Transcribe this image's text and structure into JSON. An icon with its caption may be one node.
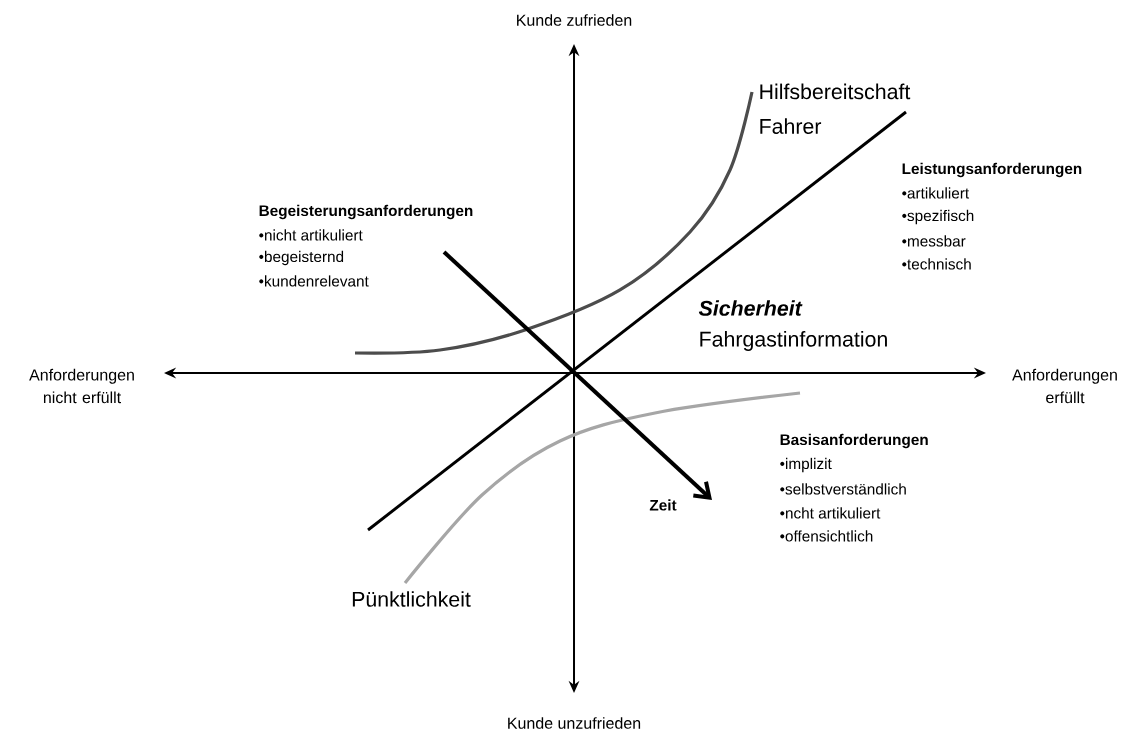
{
  "diagram": {
    "labels": [
      "Kunde zufrieden",
      "Hilfsbereitschaft Fahrer",
      "Leistungsanforderungen",
      "•artikuliert",
      "•spezifisch",
      "•messbar",
      "•technisch",
      "Begeisterungsanforderungen",
      "•nicht artikuliert",
      "•begeisternd",
      "•kundenrelevant",
      "Sicherheit",
      "Fahrgastinformation",
      "Anforderungen nicht erfüllt",
      "Anforderungen erfüllt",
      "Basisanforderungen",
      "•implizit",
      "•selbstverständlich",
      "•ncht artikuliert",
      "•offensichtlich",
      "Zeit",
      "Pünktlichkeit",
      "Kunde unzufrieden"
    ]
  }
}
